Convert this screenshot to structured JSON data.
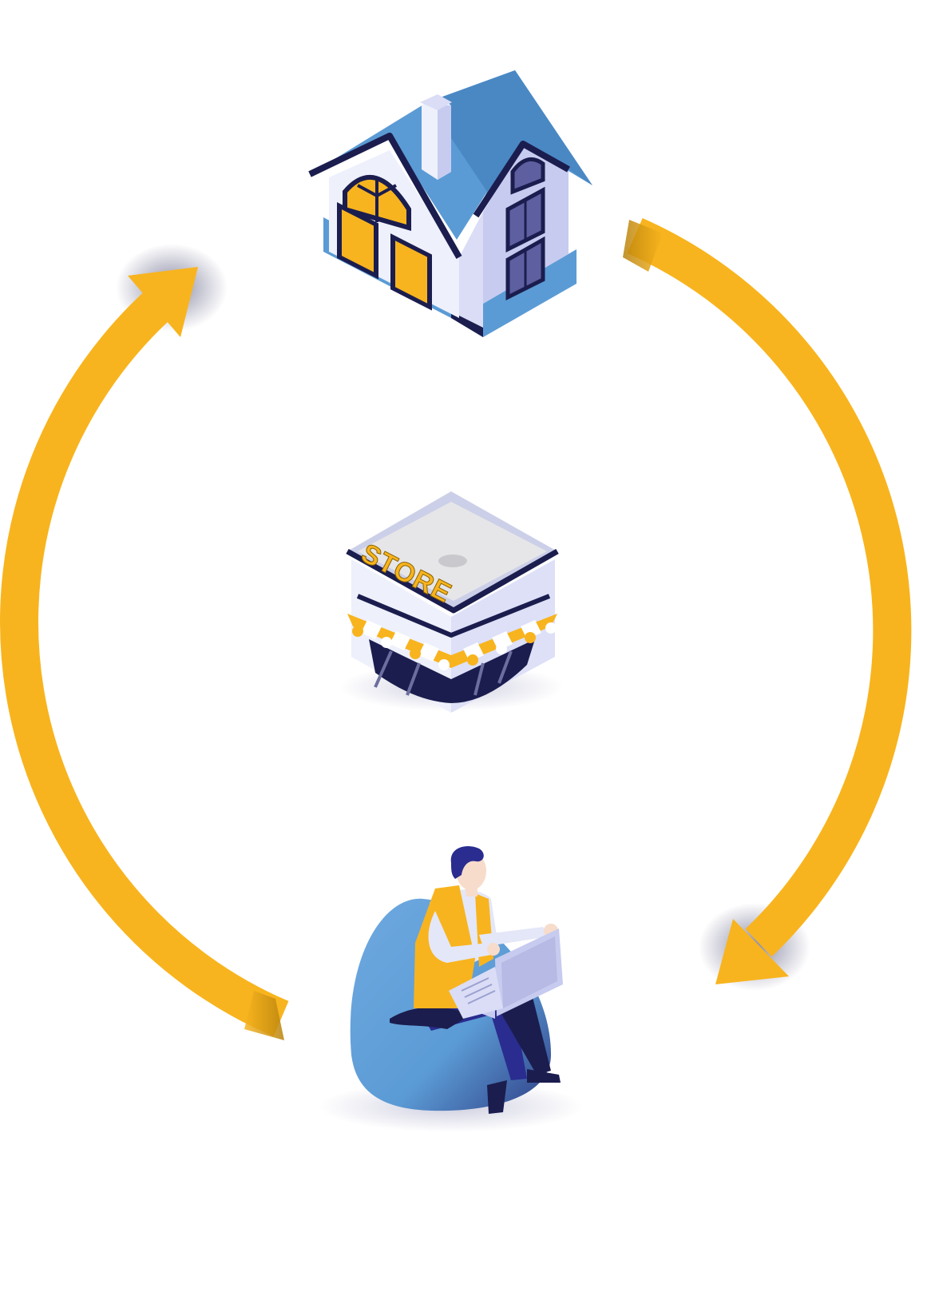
{
  "diagram": {
    "type": "cycle",
    "nodes": [
      {
        "id": "house",
        "icon": "house-icon"
      },
      {
        "id": "store",
        "icon": "store-icon",
        "sign_text": "STORE"
      },
      {
        "id": "person",
        "icon": "person-with-laptop-icon"
      }
    ],
    "arrows": [
      {
        "id": "right-arc",
        "from": "house",
        "to": "person",
        "direction": "clockwise"
      },
      {
        "id": "left-arc",
        "from": "person",
        "to": "house",
        "direction": "clockwise"
      }
    ]
  },
  "colors": {
    "arrow": "#F8B41E",
    "arrow_dark": "#C98E10",
    "roof_blue": "#5B9BD5",
    "wall_light": "#EEF0FB",
    "wall_shade": "#C7CBEF",
    "navy": "#1B1D4E",
    "window_yellow": "#F8B41E",
    "window_purple": "#5E5FA0",
    "awning_yellow": "#F8B41E",
    "store_roof": "#E6E6E8",
    "beanbag_blue": "#5B9BD5",
    "pants_blue": "#2A2C8F",
    "shirt_light": "#E4E7F8",
    "skin": "#F7DCCB"
  }
}
